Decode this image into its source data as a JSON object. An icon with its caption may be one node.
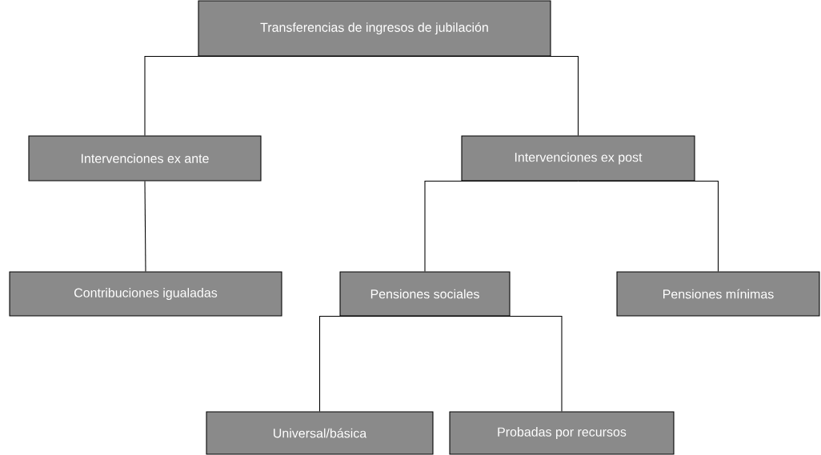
{
  "diagram": {
    "nodes": [
      {
        "text": [
          "Transferencias de ingresos de jubilación"
        ]
      },
      {
        "text": [
          "Intervenciones ex ante"
        ]
      },
      {
        "text": [
          "Intervenciones ex post"
        ]
      },
      {
        "text": [
          "Contribuciones igualadas"
        ]
      },
      {
        "text": [
          "Pensiones sociales"
        ]
      },
      {
        "text": [
          "Pensiones mínimas"
        ]
      },
      {
        "text": [
          "Universal/básica"
        ]
      },
      {
        "text": [
          "Probadas por recursos"
        ]
      }
    ],
    "edges": [
      {
        "from": 0,
        "to": 1,
        "arrow": "none"
      },
      {
        "from": 0,
        "to": 2,
        "arrow": "none"
      },
      {
        "from": 1,
        "to": 3,
        "arrow": "none"
      },
      {
        "from": 2,
        "to": 4,
        "arrow": "none"
      },
      {
        "from": 2,
        "to": 5,
        "arrow": "none"
      },
      {
        "from": 4,
        "to": 6,
        "arrow": "none"
      },
      {
        "from": 4,
        "to": 7,
        "arrow": "none"
      }
    ]
  }
}
